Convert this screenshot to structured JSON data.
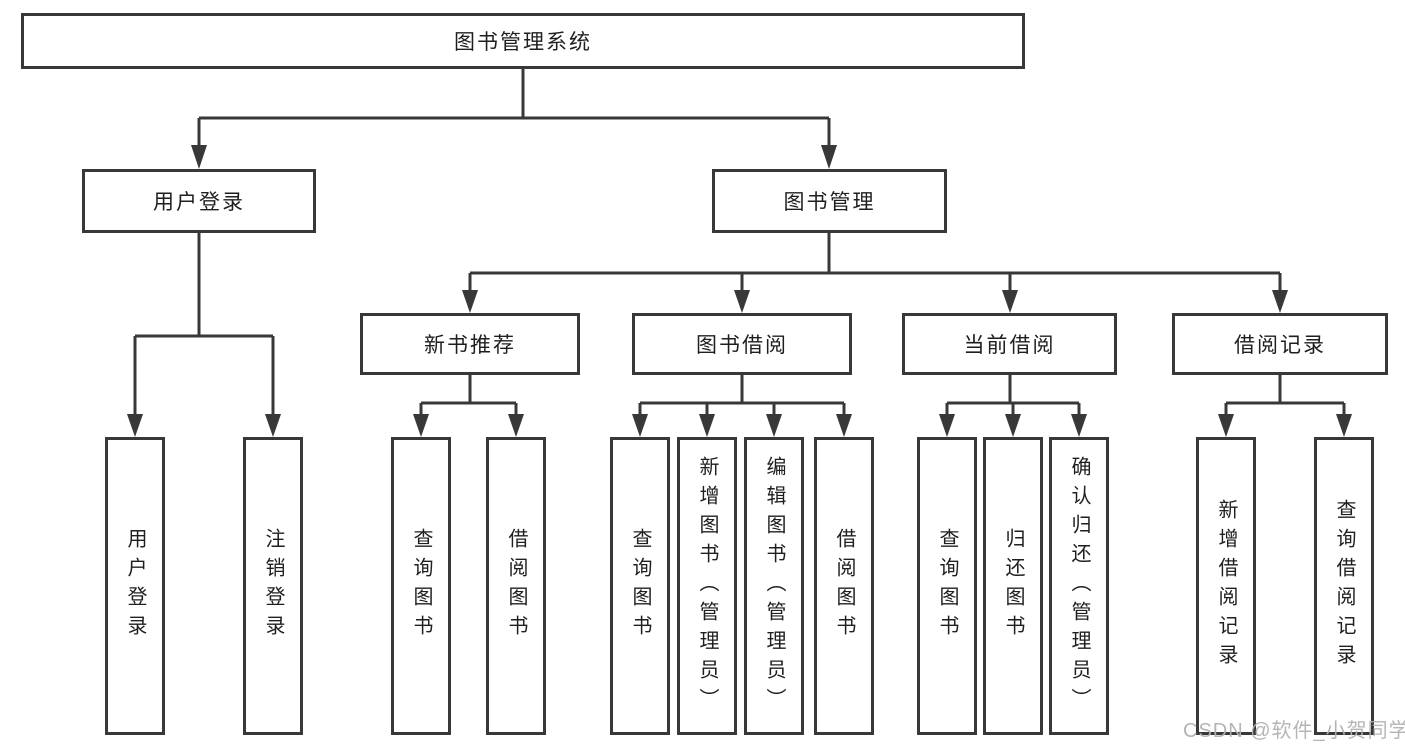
{
  "diagram": {
    "root": {
      "label": "图书管理系统"
    },
    "branches": [
      {
        "label": "用户登录",
        "children": [
          {
            "label": "用户登录"
          },
          {
            "label": "注销登录"
          }
        ]
      },
      {
        "label": "图书管理",
        "children": [
          {
            "label": "新书推荐",
            "children": [
              {
                "label": "查询图书"
              },
              {
                "label": "借阅图书"
              }
            ]
          },
          {
            "label": "图书借阅",
            "children": [
              {
                "label": "查询图书"
              },
              {
                "label": "新增图书（管理员）"
              },
              {
                "label": "编辑图书（管理员）"
              },
              {
                "label": "借阅图书"
              }
            ]
          },
          {
            "label": "当前借阅",
            "children": [
              {
                "label": "查询图书"
              },
              {
                "label": "归还图书"
              },
              {
                "label": "确认归还（管理员）"
              }
            ]
          },
          {
            "label": "借阅记录",
            "children": [
              {
                "label": "新增借阅记录"
              },
              {
                "label": "查询借阅记录"
              }
            ]
          }
        ]
      }
    ]
  },
  "watermark": {
    "text": "CSDN @软件_小贺同学"
  },
  "colors": {
    "line": "#383838",
    "text": "#1f1f1f",
    "background": "#ffffff",
    "watermark": "#b1b1b1"
  }
}
